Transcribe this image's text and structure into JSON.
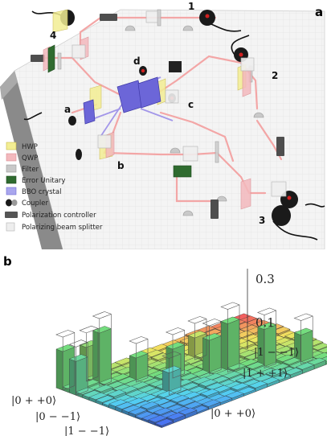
{
  "panel_a": {
    "letter": "a",
    "nodes": [
      {
        "id": "n1",
        "label": "1"
      },
      {
        "id": "n2",
        "label": "2"
      },
      {
        "id": "n3",
        "label": "3"
      },
      {
        "id": "n4",
        "label": "4"
      },
      {
        "id": "na",
        "label": "a"
      },
      {
        "id": "nb",
        "label": "b"
      },
      {
        "id": "nc",
        "label": "c"
      },
      {
        "id": "nd",
        "label": "d"
      }
    ],
    "legend": [
      {
        "label": "HWP",
        "color": "#f3ee93",
        "stroke": "#c9b94a",
        "icon": "hwp-plate"
      },
      {
        "label": "QWP",
        "color": "#f3b9bd",
        "stroke": "#d98a90",
        "icon": "qwp-plate"
      },
      {
        "label": "Filter",
        "color": "#c8c8c8",
        "stroke": "#9a9a9a",
        "icon": "filter-plate"
      },
      {
        "label": "Error Unitary",
        "color": "#2f6b2f",
        "stroke": "#1f4a1f",
        "icon": "error-unitary-plate"
      },
      {
        "label": "BBO crystal",
        "color": "#a9a6ee",
        "stroke": "#6f6bd0",
        "icon": "bbo-crystal"
      },
      {
        "label": "Coupler",
        "color": "#222222",
        "stroke": "#000000",
        "icon": "coupler"
      },
      {
        "label": "Polarization controller",
        "color": "#555555",
        "stroke": "#333333",
        "icon": "polarization-controller"
      },
      {
        "label": "Polarizing beam splitter",
        "color": "#eeeeee",
        "stroke": "#bbbbbb",
        "icon": "pbs-cube"
      }
    ]
  },
  "panel_b": {
    "letter": "b",
    "z_ticks": [
      "0.3",
      "0.1"
    ],
    "x_labels": [
      "|0 + +0⟩",
      "|0 − −1⟩",
      "|1 − −1⟩"
    ],
    "y_labels": [
      "|0 + +0⟩",
      "|1 + +1⟩",
      "|1 − −1⟩"
    ]
  }
}
